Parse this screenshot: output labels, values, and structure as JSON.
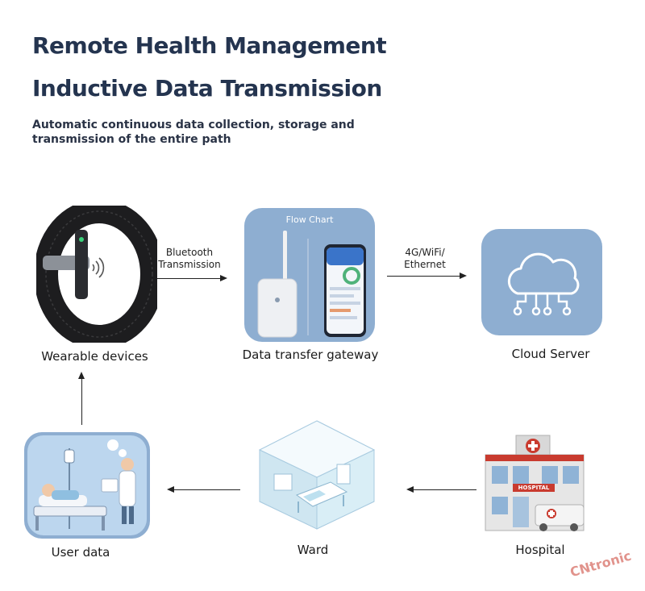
{
  "header": {
    "title_line1": "Remote Health Management",
    "title_line2": "Inductive Data Transmission",
    "subtitle": "Automatic continuous data collection, storage and transmission of the entire path"
  },
  "nodes": {
    "wearable": "Wearable devices",
    "gateway": "Data transfer gateway",
    "gateway_tile_caption": "Flow Chart",
    "cloud": "Cloud Server",
    "user_data": "User data",
    "ward": "Ward",
    "hospital": "Hospital",
    "hospital_sign": "HOSPITAL"
  },
  "edges": {
    "bluetooth_line1": "Bluetooth",
    "bluetooth_line2": "Transmission",
    "network_line1": "4G/WiFi/",
    "network_line2": "Ethernet"
  },
  "watermark": "CNtronic",
  "colors": {
    "tile_blue": "#8eaed1",
    "title_navy": "#24344f",
    "hospital_red": "#c93b2f"
  }
}
